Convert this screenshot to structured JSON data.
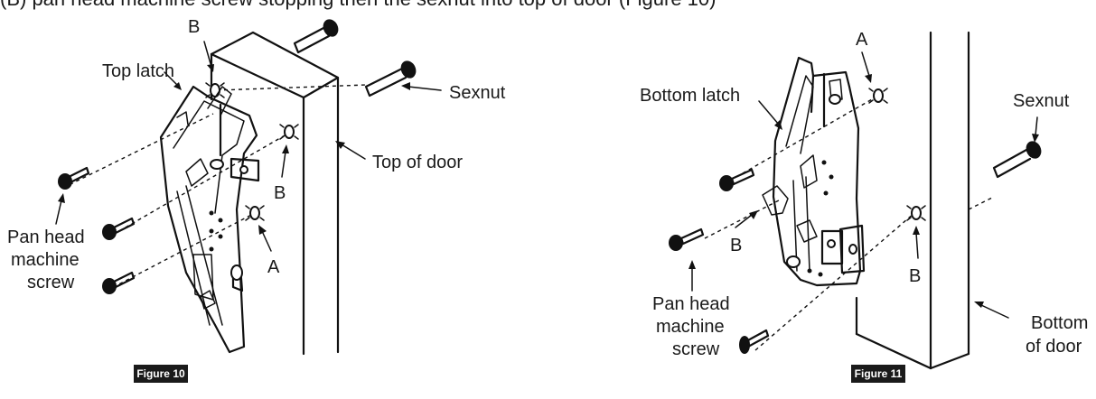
{
  "top_cutoff_text": "(B) pan head machine screw stopping then the sexnut into top of door (Figure 10)",
  "figure10": {
    "caption": "Figure 10",
    "labels": {
      "top_latch": "Top latch",
      "point_b_top": "B",
      "sexnut": "Sexnut",
      "top_of_door": "Top of door",
      "point_b_mid": "B",
      "point_a": "A",
      "pan_head_1": "Pan head",
      "pan_head_2": "machine",
      "pan_head_3": "screw"
    }
  },
  "figure11": {
    "caption": "Figure 11",
    "labels": {
      "point_a": "A",
      "bottom_latch": "Bottom latch",
      "sexnut": "Sexnut",
      "point_b_left": "B",
      "point_b_right": "B",
      "bottom_1": "Bottom",
      "bottom_2": "of door",
      "pan_head_1": "Pan head",
      "pan_head_2": "machine",
      "pan_head_3": "screw"
    }
  }
}
